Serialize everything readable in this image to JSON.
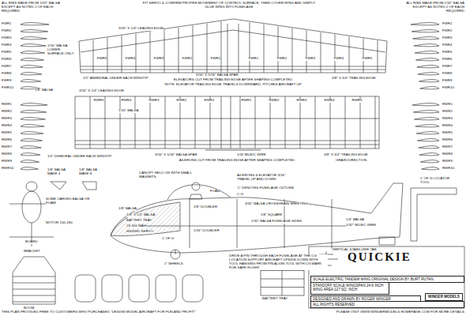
{
  "diagram": {
    "title": "QUICKIE",
    "nodes": [
      {
        "text": [
          "SCALE ELECTRIC TANDEM WING ORIGINAL DESIGN BY BURT RUTAN"
        ]
      },
      {
        "text": [
          "STANDOFF SCALE WINGSPAN 24.6 INCH WING AREA 127 SQ. INCH"
        ]
      },
      {
        "text": [
          "DESIGNED AND DRAWN BY ROGER WINGER"
        ]
      },
      {
        "text": [
          "WINGER MODELS"
        ]
      },
      {
        "text": [
          "ALL RIGHTS RESERVED"
        ]
      }
    ],
    "labels": [
      "FWR1",
      "FWR2",
      "FWR3",
      "FWR4",
      "FWR5",
      "FWR6",
      "FWR7",
      "FWR8",
      "FWR9",
      "FWR10",
      "FWR1",
      "FWR2",
      "FWR3",
      "FWR4",
      "FWR5",
      "FWR6",
      "FWR7",
      "FWR8",
      "FWR9",
      "FWR10",
      "FWR5",
      "FWR4",
      "FWR3",
      "FWR2",
      "FWR1",
      "FWR1",
      "FWR2",
      "FWR3",
      "FWR4",
      "FWR5",
      "RWR1",
      "RWR2",
      "RWR3",
      "RWR4",
      "RWR5",
      "RWR6",
      "RWR7",
      "RWR8",
      "RWR9",
      "RWR10",
      "RWR1",
      "RWR2",
      "RWR3",
      "RWR4",
      "RWR5",
      "RWR6",
      "RWR7",
      "RWR8",
      "RWR9",
      "RWR10",
      "RWR5",
      "RWR4",
      "RWR3",
      "RWR2",
      "RWR1",
      "RWR1",
      "RWR2",
      "RWR3",
      "RWR4",
      "RWR5",
      "ALL RIBS MADE FROM 1/32\" BALSA EXCEPT AS NOTED 2 OF EACH REQUIRED",
      "FIT SERVO & CONFIRM PROPER MOVEMENT OF CONTROL SURFACE. THEN COVER WING AND SIMPLY GLUE WING INTO FUSELAGE",
      "3/16\" X 1/4\" LEADING EDGE",
      "1/16\" BALSA LOWER SURFACE ONLY",
      "1/8\" BALSA",
      "1/2\" ANHEDRAL UNDER EACH WINGTIP",
      "3/16\" X 5/16\" BALSA SPAR",
      "ELEVATORS CUT FROM TRAILING EDGE AFTER SHAPING COMPLETED",
      "NOTE: ELEVATOR TRAILING EDGE TRAVELS DOWNWARD, PITCHES AIRCRAFT UP",
      "3/8\" X 3/4\" TRAILING EDGE",
      "3/16\" X 1/4\" LEADING EDGE",
      "ALL RIBS MADE FROM 1/32\" BALSA EXCEPT AS NOTED 2 OF EACH REQUIRED",
      "1/16\" BALSA",
      "1/2\" DIHEDRAL UNDER EACH WINGTIP",
      "3/16\" X 5/16\" BALSA SPAR",
      "1/32 MUSIC WIRE",
      "AILERONS CUT FROM TRAILING EDGE AFTER SHAPING COMPLETED",
      "3/8\" X 3/4\" TRAILING EDGE",
      "GRAIN DIRECTION",
      "C OF G LOCATOR TOOL",
      "1/8\" BALSA MAKE 4",
      "1/8\" BALSA MAKE 8",
      "CANOPY HELD ON WITH SMALL MAGNETS",
      "AILERONS & ELEVATOR 3/16\" TRAVEL UP AND DOWN",
      "'C' DENOTES FUSELAGE OUTLINE",
      "FOAM",
      "C.G.",
      "1/8\" BALSA",
      "1/8\" X 1/4\" BALSA",
      "BATTERY TRAY",
      "2S 300 MAH",
      "HS35HD SERVO",
      "C OF G",
      "1/8\" DOUBLER",
      "1/16\" DOUBLER",
      "3/32\" BALSA CROSSGRAIN SHEETING",
      "1/8\" SQUARE",
      "1/32\" BALSA FUSELAGE SIDES",
      "1/4\" BALSA",
      "1/32\" MUSIC WIRE",
      "VERTICAL STABILIZER TAB",
      "DRIVE A PIN THROUGH EACH FUSELAGE AT THE CG LOCATION SUPPORT AIRCRAFT UPSIDE DOWN WITH TOOL HANGING FROM PIN ALIGN TOOL WITH CG MARK FOR SAFE FLIGHT",
      "SOME CARVED BALSA OR FOAM",
      "MOTOR 150-180",
      "BOARD",
      "BRACKET",
      "BOOM",
      "1\" WHEELS",
      "BATTERY TRAY",
      "THIS PLAN PROVIDED FREE TO CUSTOMERS WHO PURCHASED \"DESIGN MODEL AIRCRAFT FOR FUN AND PROFIT\"",
      "PLEASE VISIT WWW.WINGERMODELS.HOMEPAGE.COM FOR MORE DETAILS"
    ]
  }
}
